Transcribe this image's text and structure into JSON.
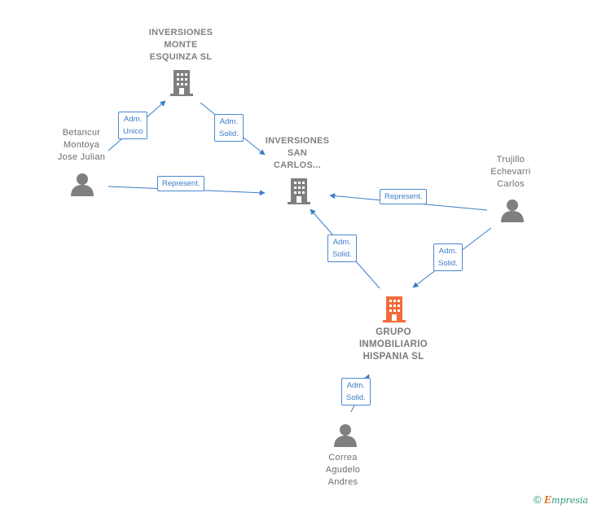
{
  "nodes": {
    "monte_esquinza": {
      "label": "INVERSIONES\nMONTE\nESQUINZA  SL",
      "type": "company"
    },
    "san_carlos": {
      "label": "INVERSIONES\nSAN\nCARLOS...",
      "type": "company"
    },
    "hispania": {
      "label": "GRUPO\nINMOBILIARIO\nHISPANIA  SL",
      "type": "company-main"
    },
    "betancur": {
      "label": "Betancur\nMontoya\nJose Julian",
      "type": "person"
    },
    "trujillo": {
      "label": "Trujillo\nEchevarri\nCarlos",
      "type": "person"
    },
    "correa": {
      "label": "Correa\nAgudelo\nAndres",
      "type": "person"
    }
  },
  "edges": {
    "betancur_monte": "Adm.\nUnico",
    "monte_sancarlos": "Adm.\nSolid.",
    "betancur_sancarlos": "Represent.",
    "trujillo_sancarlos": "Represent.",
    "hispania_sancarlos": "Adm.\nSolid.",
    "trujillo_hispania": "Adm.\nSolid.",
    "correa_hispania": "Adm.\nSolid."
  },
  "colors": {
    "edge": "#3b7cc6",
    "company_icon": "#7f7f7f",
    "main_company_icon": "#f26b3a",
    "person_icon": "#7f7f7f"
  },
  "footer": {
    "copyright": "©",
    "brand_initial": "E",
    "brand_rest": "mpresia"
  }
}
